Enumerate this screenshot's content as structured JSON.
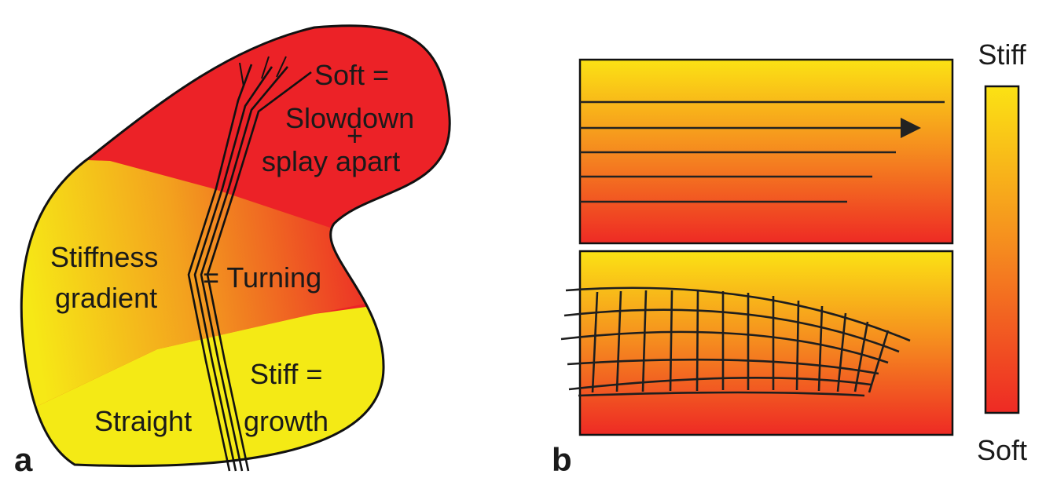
{
  "panel_a": {
    "letter": "a",
    "soft_zone": {
      "line1": "Soft =",
      "line2": "Slowdown",
      "line3": "+",
      "line4": "splay apart"
    },
    "gradient_zone": {
      "line1": "Stiffness",
      "line2": "gradient",
      "effect": "= Turning"
    },
    "stiff_zone": {
      "line1": "Stiff =",
      "line2": "growth",
      "straight": "Straight"
    },
    "colors": {
      "soft": "#ec2227",
      "stiff": "#f4ea15",
      "outline": "#111111"
    }
  },
  "panel_b": {
    "letter": "b",
    "scale": {
      "top": "Stiff",
      "bottom": "Soft"
    },
    "colors": {
      "top": "#fbe214",
      "bottom": "#ee2a24",
      "line": "#222222"
    }
  }
}
